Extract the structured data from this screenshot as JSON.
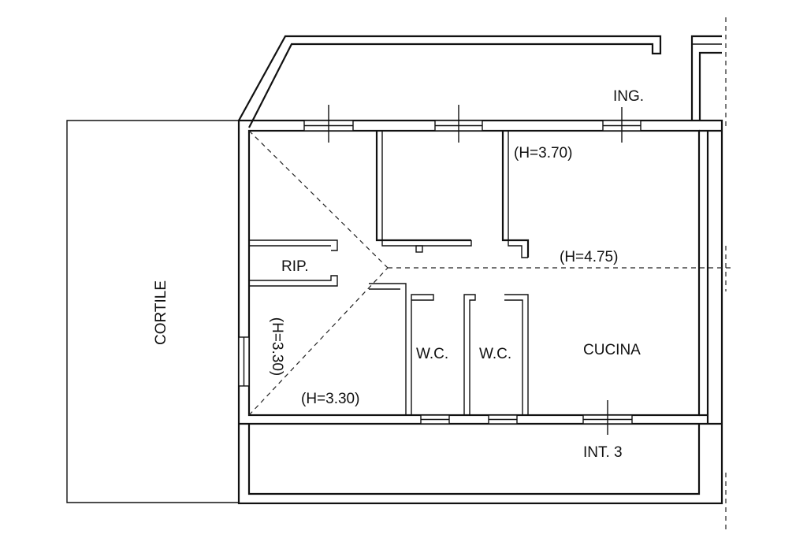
{
  "labels": {
    "ingresso": "ING.",
    "height_north": "(H=3.70)",
    "height_ridge": "(H=4.75)",
    "ripostiglio": "RIP.",
    "cortile": "CORTILE",
    "height_west": "(H=3.30)",
    "height_south_west": "(H=3.30)",
    "wc_1": "W.C.",
    "wc_2": "W.C.",
    "cucina": "CUCINA",
    "interno": "INT. 3"
  },
  "colors": {
    "line": "#111111",
    "background": "#ffffff"
  }
}
